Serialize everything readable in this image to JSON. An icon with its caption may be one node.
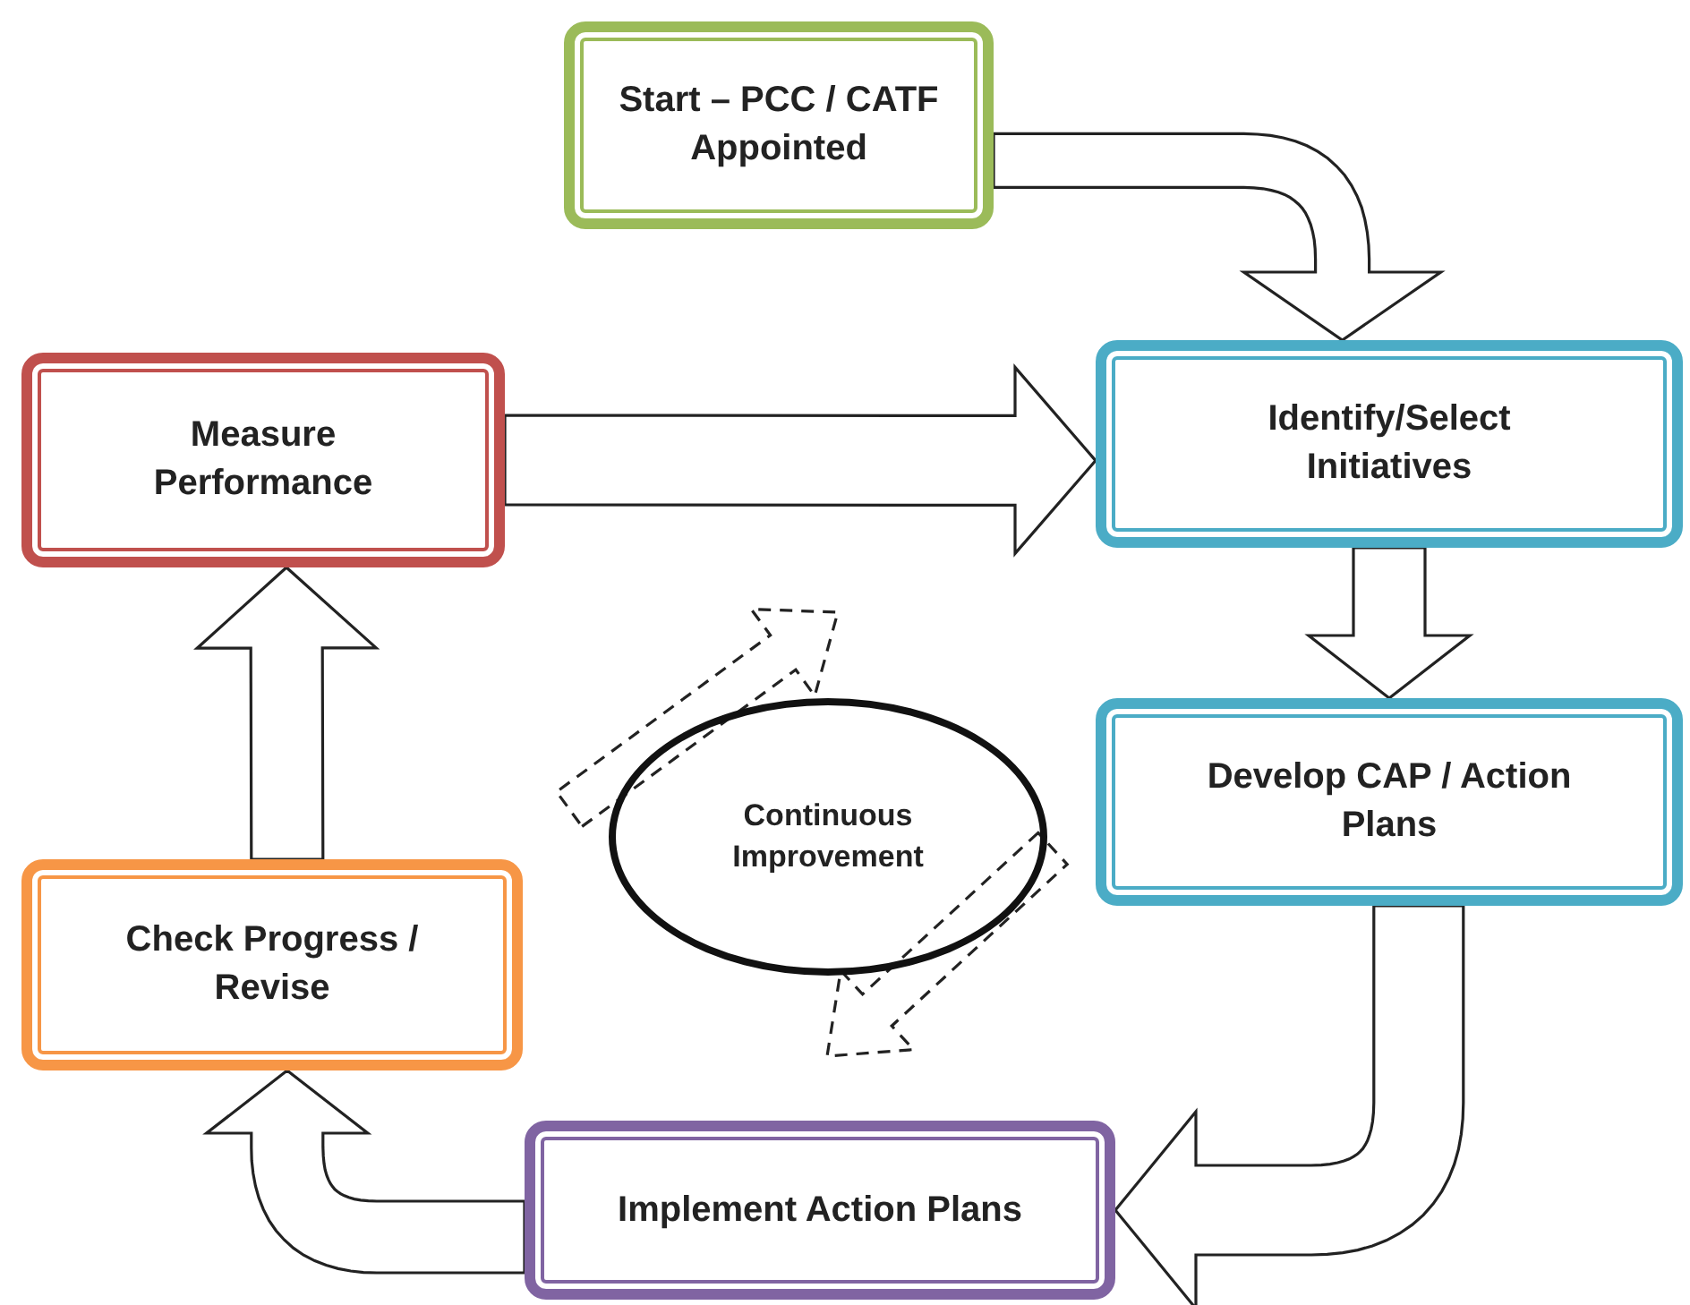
{
  "diagram": {
    "nodes": [
      {
        "text": [
          "Start – PCC / CATF Appointed"
        ]
      },
      {
        "text": [
          "Measure Performance"
        ]
      },
      {
        "text": [
          "Identify/Select Initiatives"
        ]
      },
      {
        "text": [
          "Develop CAP / Action Plans"
        ]
      },
      {
        "text": [
          "Check Progress / Revise"
        ]
      },
      {
        "text": [
          "Implement Action Plans"
        ]
      },
      {
        "text": [
          "Continuous Improvement"
        ]
      }
    ],
    "edges": [
      {
        "from": 0,
        "to": 2,
        "arrow": "to"
      },
      {
        "from": 1,
        "to": 2,
        "arrow": "to"
      },
      {
        "from": 2,
        "to": 3,
        "arrow": "to"
      },
      {
        "from": 3,
        "to": 5,
        "arrow": "to"
      },
      {
        "from": 5,
        "to": 4,
        "arrow": "to"
      },
      {
        "from": 4,
        "to": 1,
        "arrow": "to"
      }
    ]
  }
}
